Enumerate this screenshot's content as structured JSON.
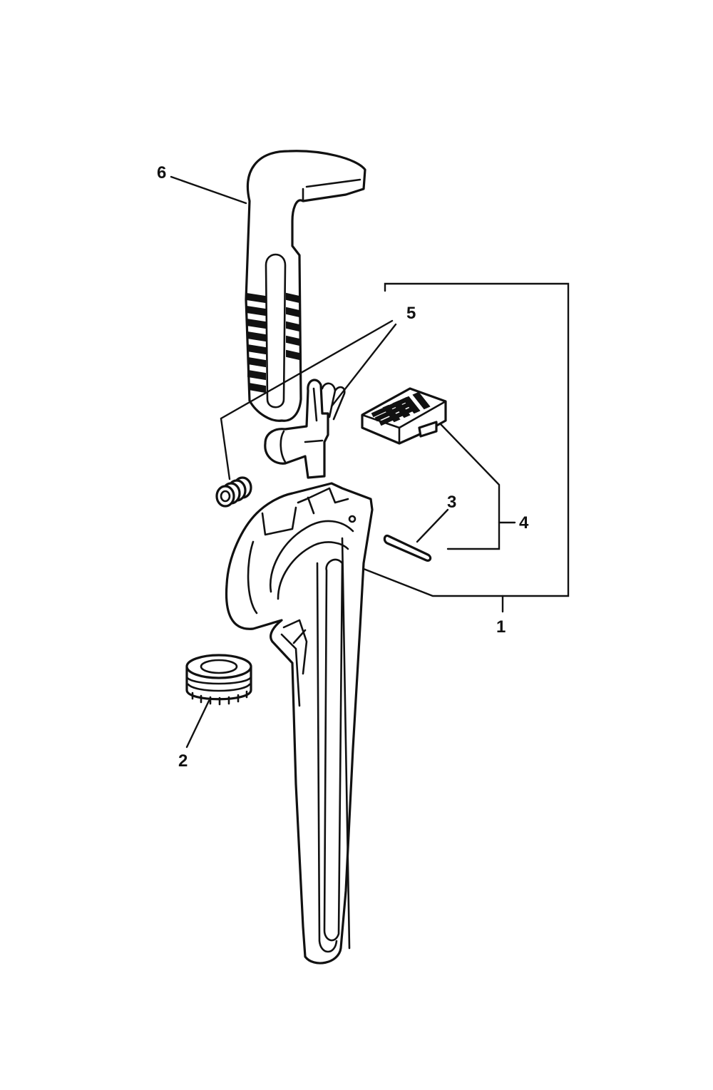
{
  "diagram": {
    "callouts": [
      {
        "id": "1",
        "text": "1"
      },
      {
        "id": "2",
        "text": "2"
      },
      {
        "id": "3",
        "text": "3"
      },
      {
        "id": "4",
        "text": "4"
      },
      {
        "id": "5",
        "text": "5"
      },
      {
        "id": "6",
        "text": "6"
      }
    ],
    "colors": {
      "ink": "#111111",
      "background": "#ffffff"
    }
  }
}
